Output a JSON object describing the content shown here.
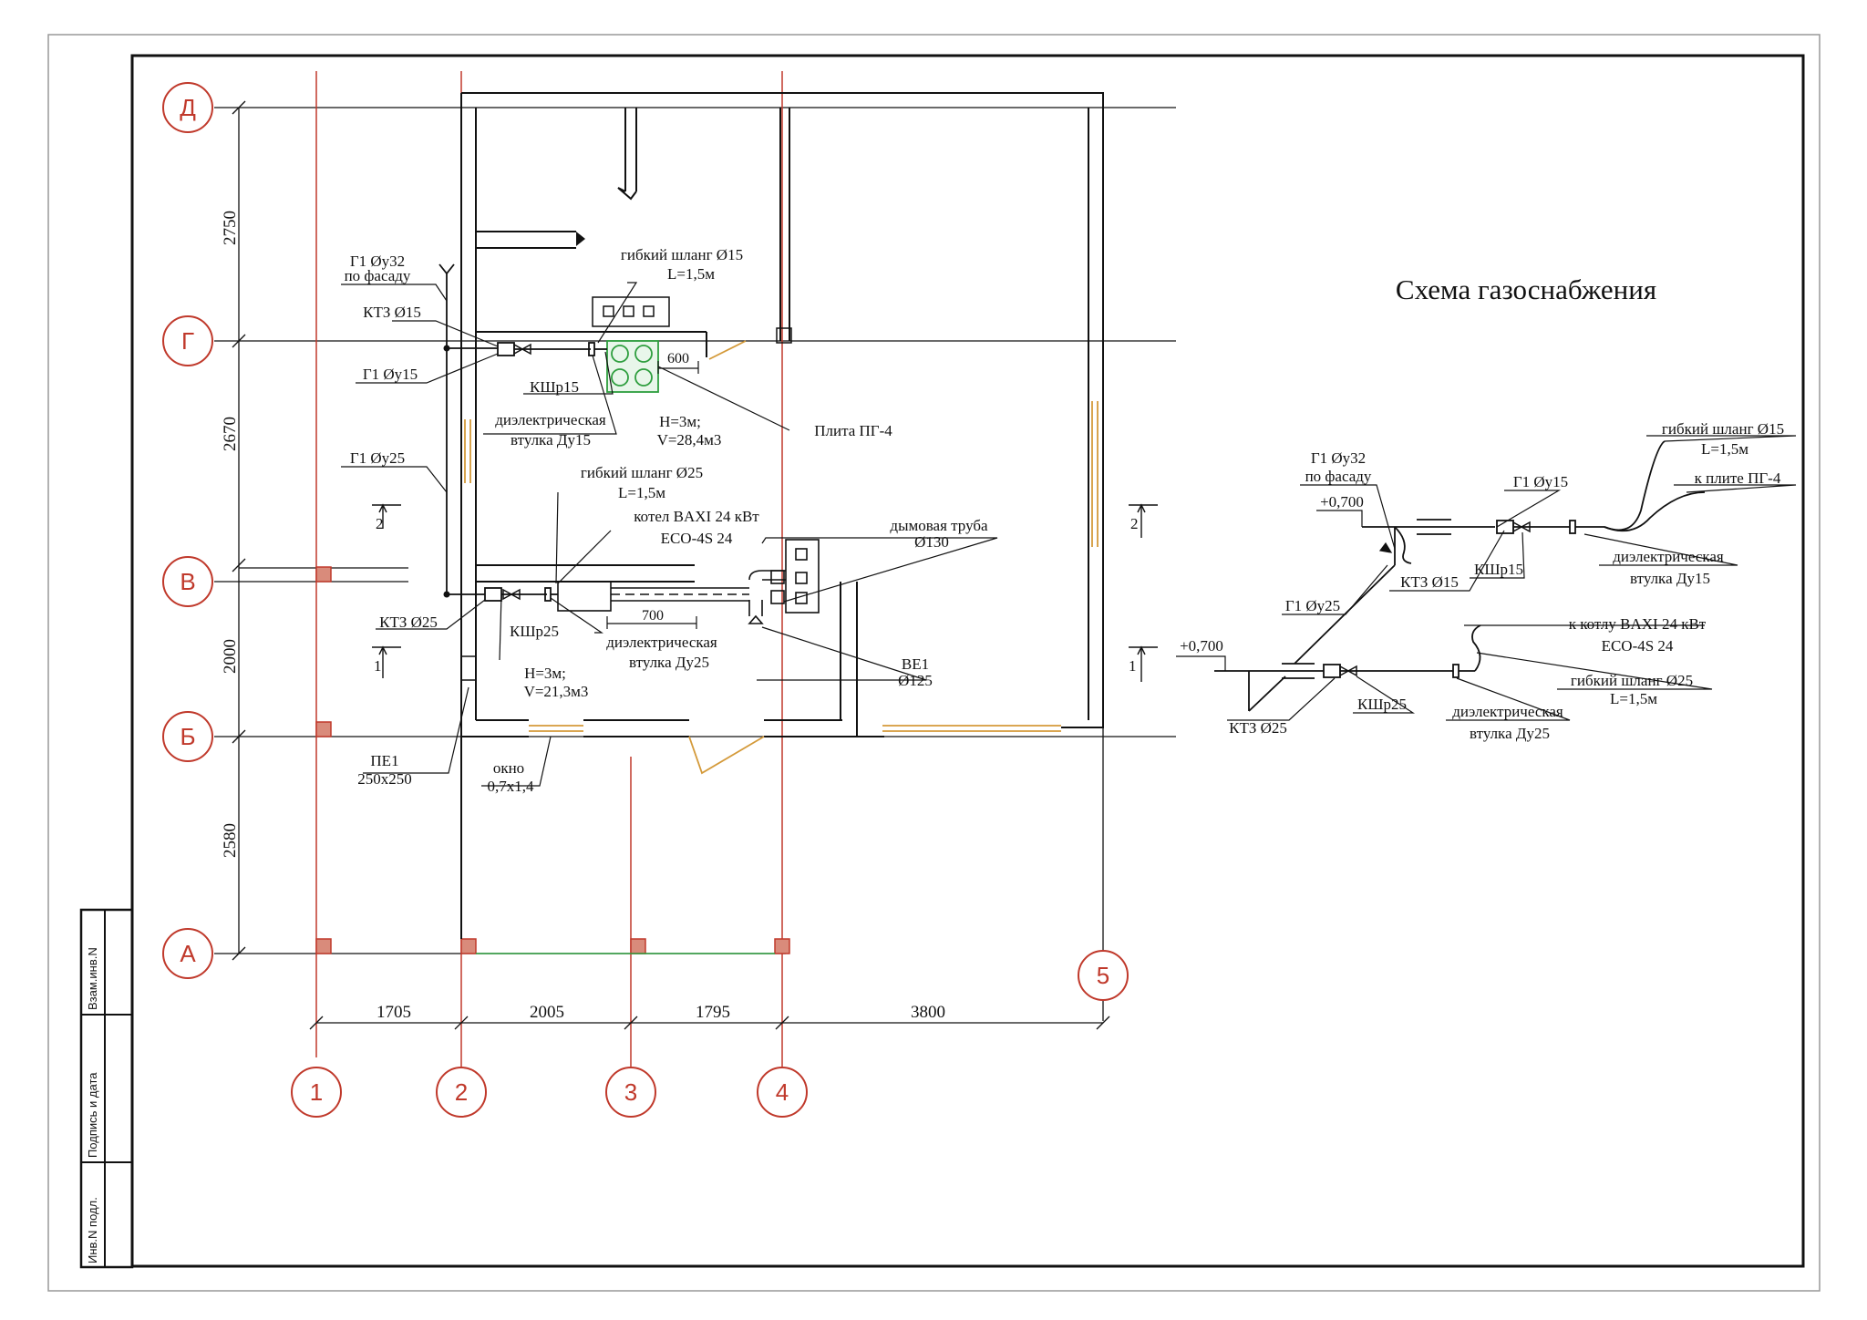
{
  "title": "Схема газоснабжения",
  "axes": {
    "rows": [
      "Д",
      "Г",
      "В",
      "Б",
      "А"
    ],
    "cols": [
      "1",
      "2",
      "3",
      "4",
      "5"
    ]
  },
  "dimensions": {
    "horizontal": [
      "1705",
      "2005",
      "1795",
      "3800"
    ],
    "vertical": [
      "2750",
      "2670",
      "2000",
      "2580"
    ],
    "stove_offset": "600",
    "boiler_offset": "700"
  },
  "plan_labels": {
    "g1_32_a": "Г1 Øу32",
    "g1_32_b": "по фасаду",
    "ktz15": "КТЗ Ø15",
    "g1_15": "Г1 Øу15",
    "kshr15": "КШр15",
    "hose15_a": "гибкий шланг Ø15",
    "hose15_b": "L=1,5м",
    "diel15_a": "диэлектрическая",
    "diel15_b": "втулка Ду15",
    "room1_a": "H=3м;",
    "room1_b": "V=28,4м3",
    "stove": "Плита ПГ-4",
    "g1_25": "Г1 Øу25",
    "hose25_a": "гибкий шланг Ø25",
    "hose25_b": "L=1,5м",
    "boiler_a": "котел BAXI 24 кВт",
    "boiler_b": "ECO-4S 24",
    "flue_a": "дымовая труба",
    "flue_b": "Ø130",
    "ktz25": "КТЗ Ø25",
    "kshr25": "КШр25",
    "diel25_a": "диэлектрическая",
    "diel25_b": "втулка Ду25",
    "room2_a": "H=3м;",
    "room2_b": "V=21,3м3",
    "be1_a": "ВЕ1",
    "be1_b": "Ø125",
    "pe1_a": "ПЕ1",
    "pe1_b": "250х250",
    "window_a": "окно",
    "window_b": "0,7х1,4",
    "sec2": "2",
    "sec1": "1"
  },
  "scheme_labels": {
    "g1_32_a": "Г1 Øу32",
    "g1_32_b": "по фасаду",
    "elev_top": "+0,700",
    "g1_15": "Г1 Øу15",
    "hose15_a": "гибкий шланг Ø15",
    "hose15_b": "L=1,5м",
    "to_stove": "к плите ПГ-4",
    "ktz15": "КТЗ Ø15",
    "kshr15": "КШр15",
    "diel15_a": "диэлектрическая",
    "diel15_b": "втулка Ду15",
    "g1_25": "Г1 Øу25",
    "elev_bottom": "+0,700",
    "to_boiler_a": "к котлу BAXI 24 кВт",
    "to_boiler_b": "ECO-4S 24",
    "hose25_a": "гибкий шланг Ø25",
    "hose25_b": "L=1,5м",
    "ktz25": "КТЗ Ø25",
    "kshr25": "КШр25",
    "diel25_a": "диэлектрическая",
    "diel25_b": "втулка Ду25"
  },
  "stamp": {
    "vzam": "Взам.инв.N",
    "podpis": "Подпись и дата",
    "inv": "Инв.N подл."
  },
  "colors": {
    "axis_red": "#c0392b",
    "stove_green": "#2e9e3e",
    "door_orange": "#d49a3a"
  }
}
